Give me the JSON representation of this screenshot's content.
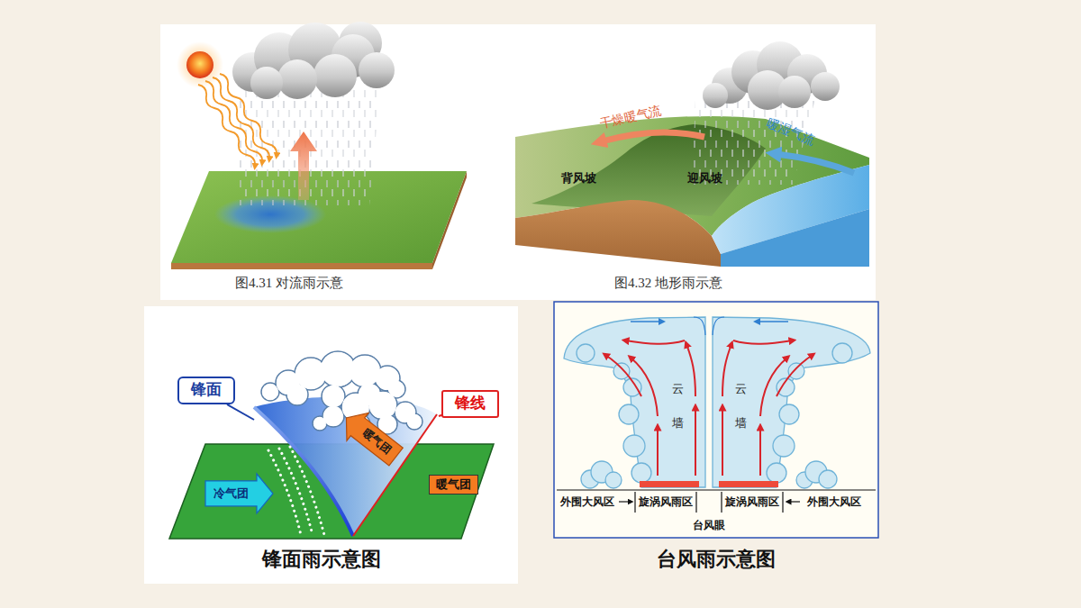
{
  "diagram": {
    "nodes": [
      {
        "text": [
          "锋面"
        ]
      },
      {
        "text": [
          "锋线"
        ]
      },
      {
        "text": [
          "暖气团"
        ]
      },
      {
        "text": [
          "冷气团"
        ]
      },
      {
        "text": [
          "暖气团"
        ]
      }
    ],
    "labels": [
      "干燥暖气流",
      "暖湿气流",
      "背风坡",
      "迎风坡",
      "图4.31 对流雨示意",
      "图4.32 地形雨示意",
      "锋面雨示意图",
      "云",
      "墙",
      "云",
      "墙",
      "外围大风区",
      "旋涡风雨区",
      "台风眼",
      "旋涡风雨区",
      "外围大风区",
      "台风雨示意图"
    ]
  }
}
